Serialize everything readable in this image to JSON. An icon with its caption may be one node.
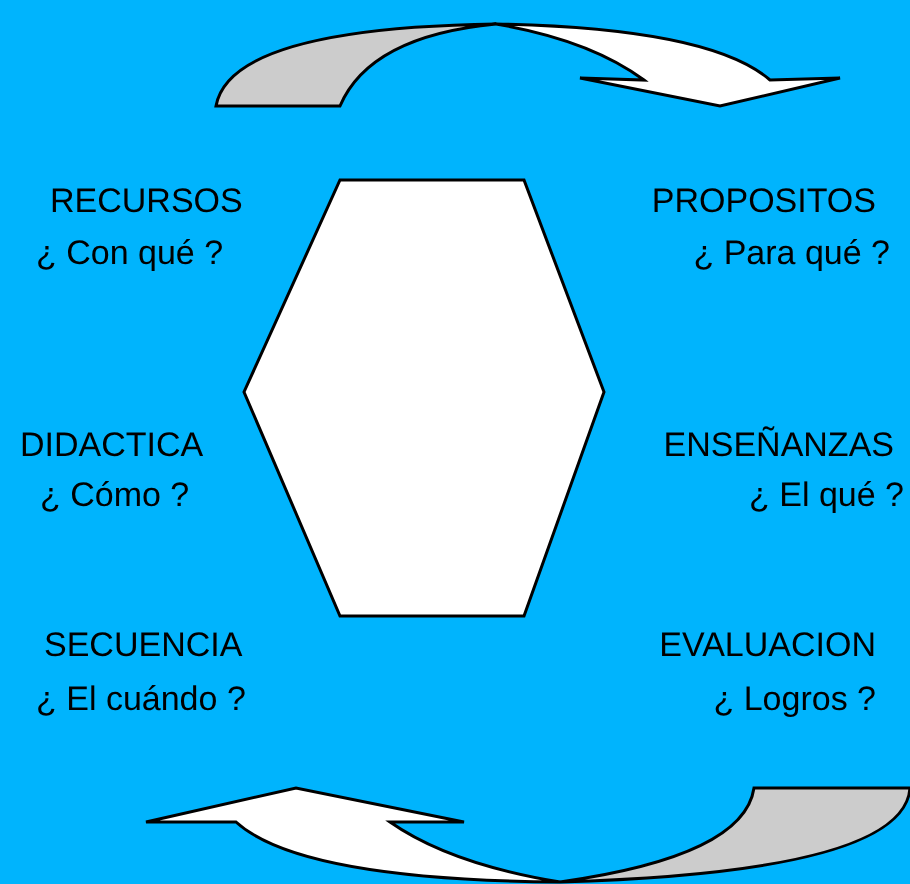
{
  "diagram": {
    "nodes": [
      {
        "text": [],
        "shape": "hexagon"
      }
    ],
    "labels": [
      "RECURSOS",
      "PROPOSITOS",
      "¿ Con qué ?",
      "¿ Para qué ?",
      "DIDACTICA",
      "ENSEÑANZAS",
      "¿ Cómo ?",
      "¿ El qué ?",
      "SECUENCIA",
      "EVALUACION",
      "¿ El cuándo ?",
      "¿ Logros ?"
    ]
  }
}
